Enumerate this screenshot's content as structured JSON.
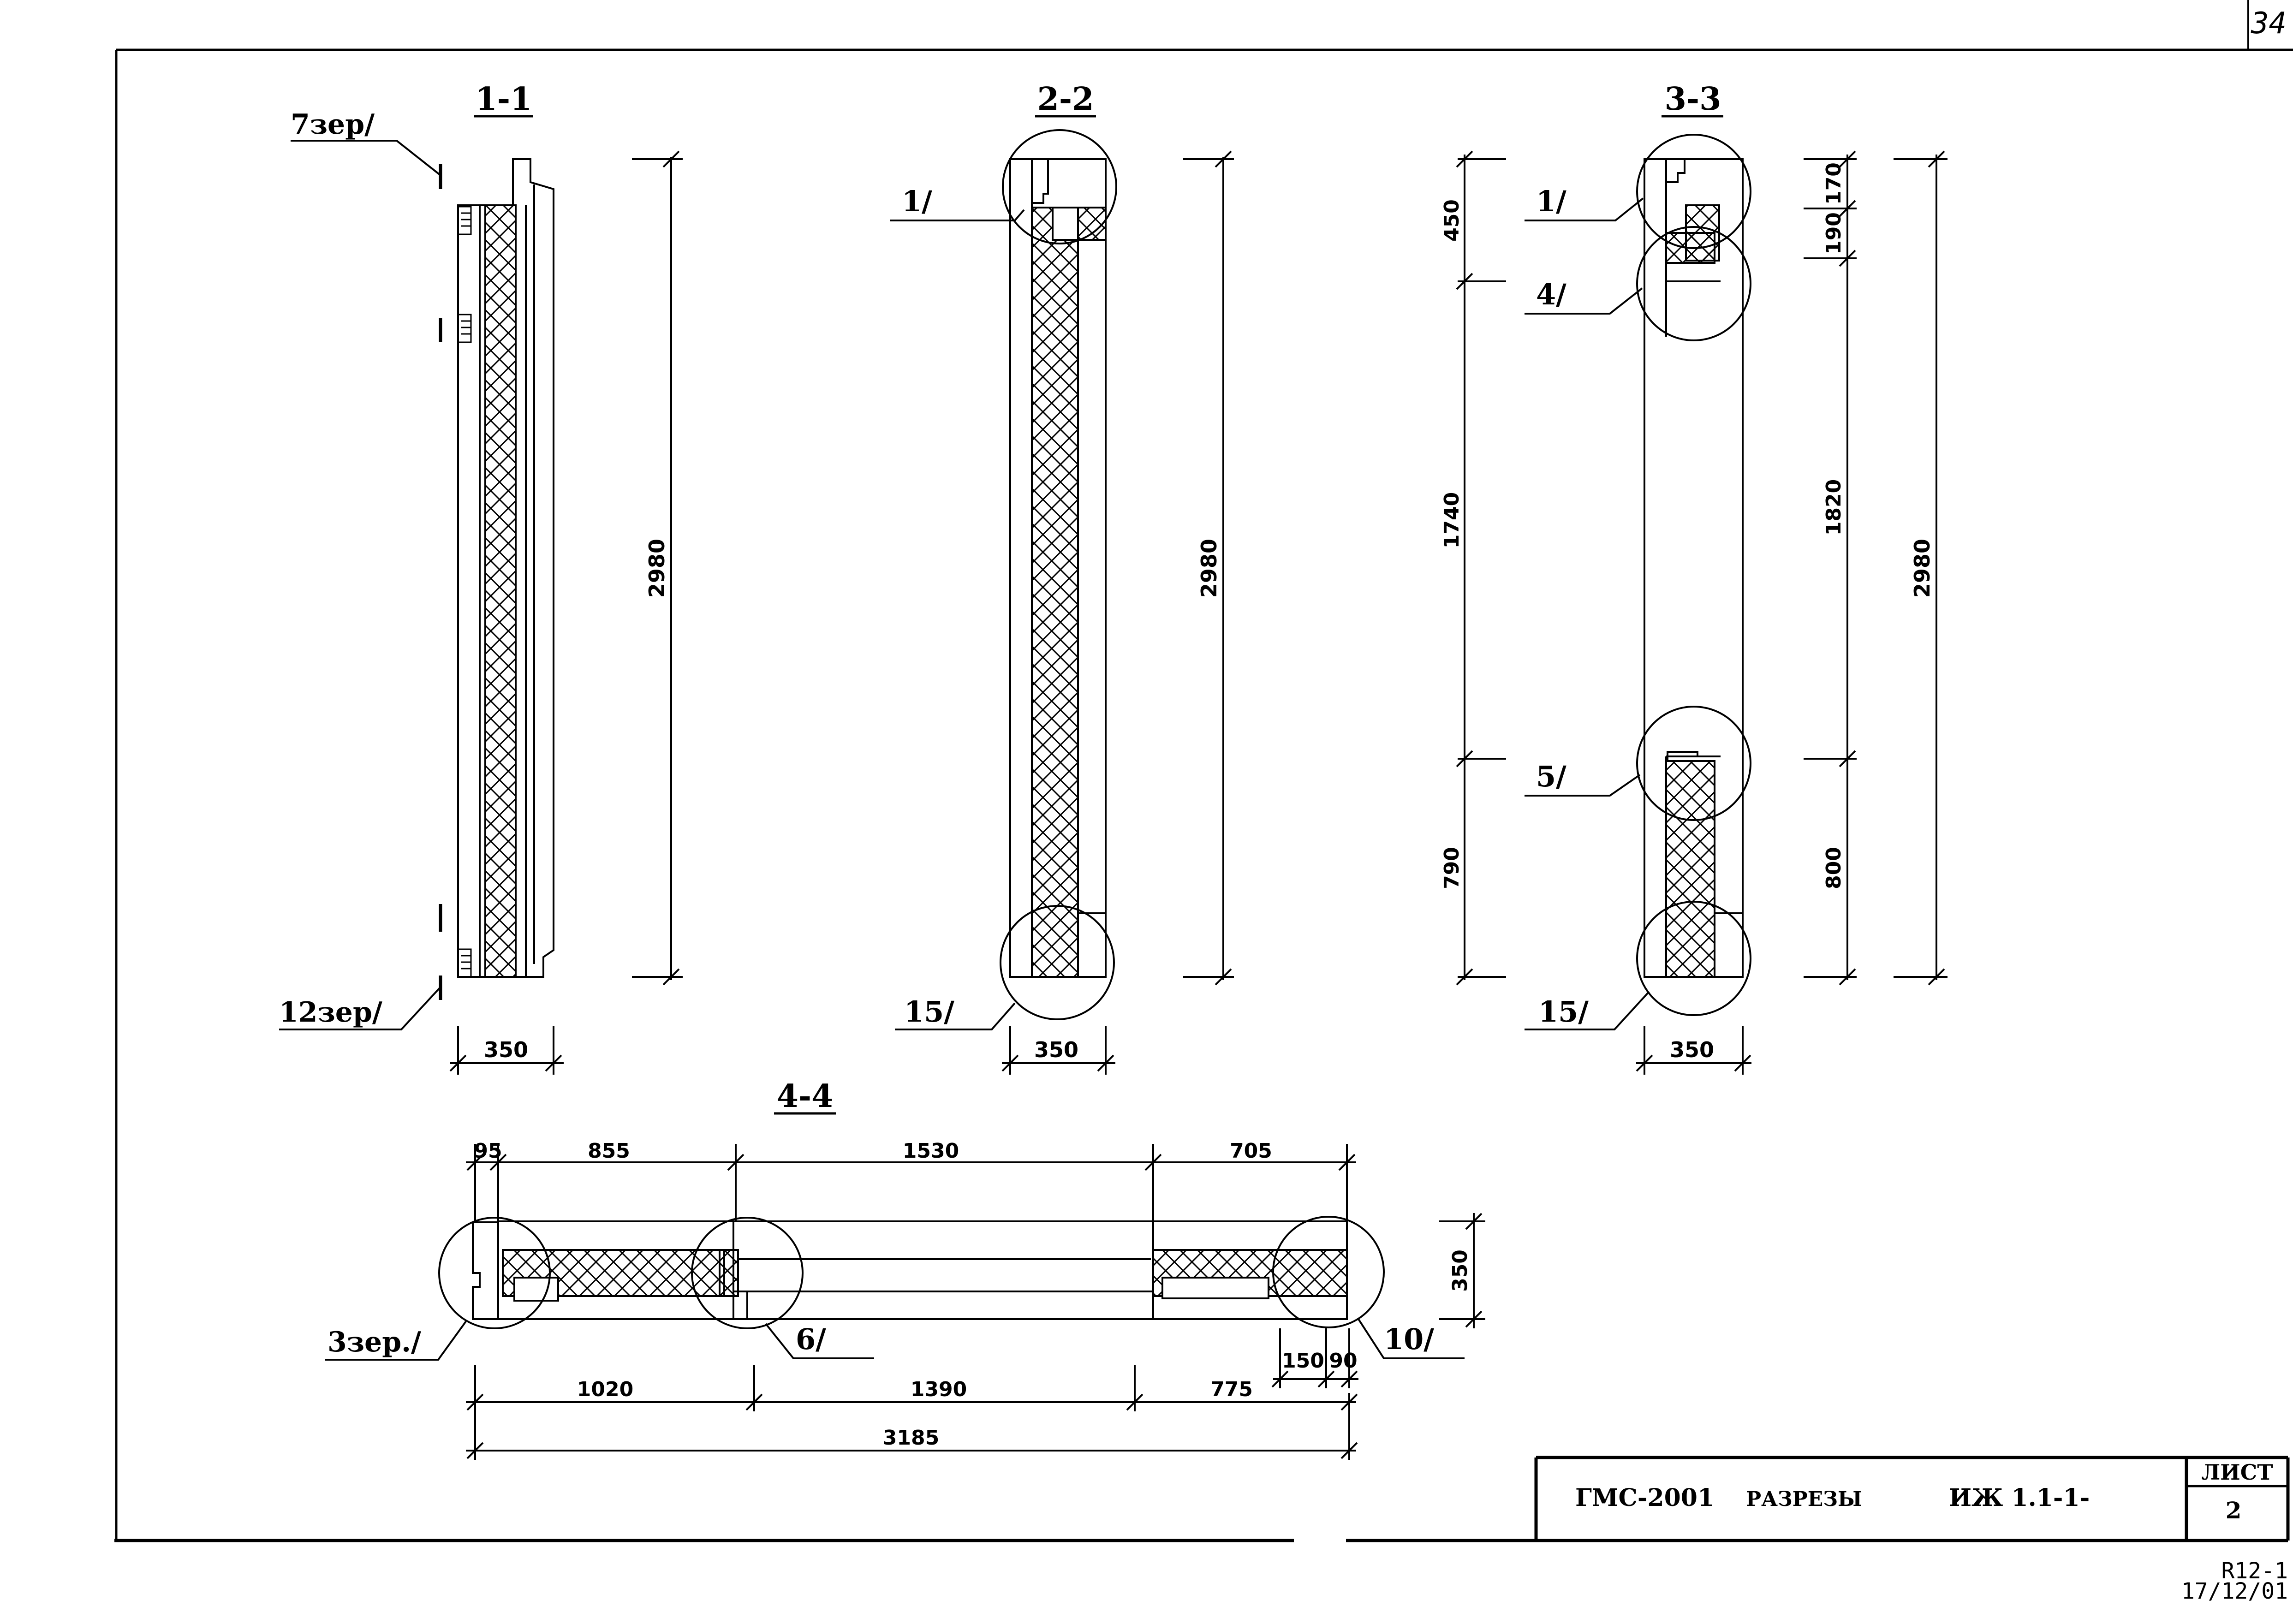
{
  "sheet": {
    "page_corner": "34",
    "stamp_lines": [
      "R12-1",
      "17/12/01"
    ]
  },
  "sections": {
    "s1": {
      "title": "1-1",
      "callout_top": "7зер/",
      "callout_bottom": "12зер/",
      "dim_height": "2980",
      "dim_width": "350"
    },
    "s2": {
      "title": "2-2",
      "callout_top": "1/",
      "callout_bottom": "15/",
      "dim_height": "2980",
      "dim_width": "350"
    },
    "s3": {
      "title": "3-3",
      "callout_1": "1/",
      "callout_4": "4/",
      "callout_5": "5/",
      "callout_15": "15/",
      "left_dims": [
        "450",
        "1740",
        "790"
      ],
      "mid_dims": [
        "170",
        "190",
        "1820",
        "800"
      ],
      "right_dim": "2980",
      "dim_width": "350"
    },
    "s4": {
      "title": "4-4",
      "top_dims": [
        "95",
        "855",
        "1530",
        "705"
      ],
      "dim_height": "350",
      "small_dims": [
        "150",
        "90"
      ],
      "bottom_dims": [
        "1020",
        "1390",
        "775"
      ],
      "total_dim": "3185",
      "callout_left": "3зер./",
      "callout_mid": "6/",
      "callout_right": "10/"
    }
  },
  "title_block": {
    "project": "ГМС-2001",
    "sheet_title": "РАЗРЕЗЫ",
    "code": "ИЖ 1.1-1-",
    "sheet_label": "ЛИСТ",
    "sheet_number": "2"
  }
}
